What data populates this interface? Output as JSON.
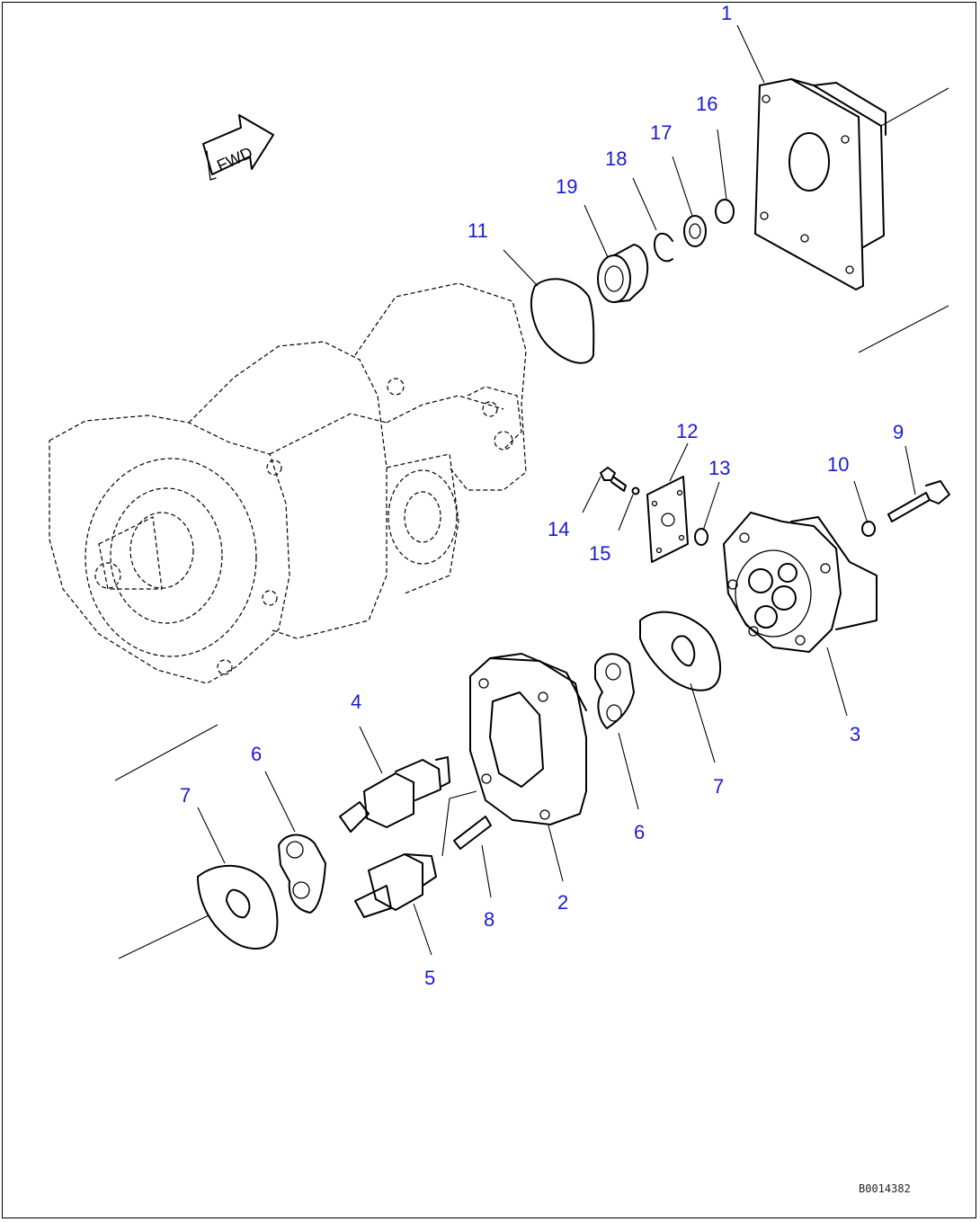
{
  "direction_arrow": {
    "label": "FWD",
    "icon": "forward-arrow-icon"
  },
  "callouts": {
    "c1": "1",
    "c2": "2",
    "c3": "3",
    "c4": "4",
    "c5": "5",
    "c6a": "6",
    "c6b": "6",
    "c7a": "7",
    "c7b": "7",
    "c8": "8",
    "c9": "9",
    "c10": "10",
    "c11": "11",
    "c12": "12",
    "c13": "13",
    "c14": "14",
    "c15": "15",
    "c16": "16",
    "c17": "17",
    "c18": "18",
    "c19": "19"
  },
  "drawing_code": "B0014382",
  "colors": {
    "callout": "#1a1ad6",
    "line": "#000000"
  }
}
